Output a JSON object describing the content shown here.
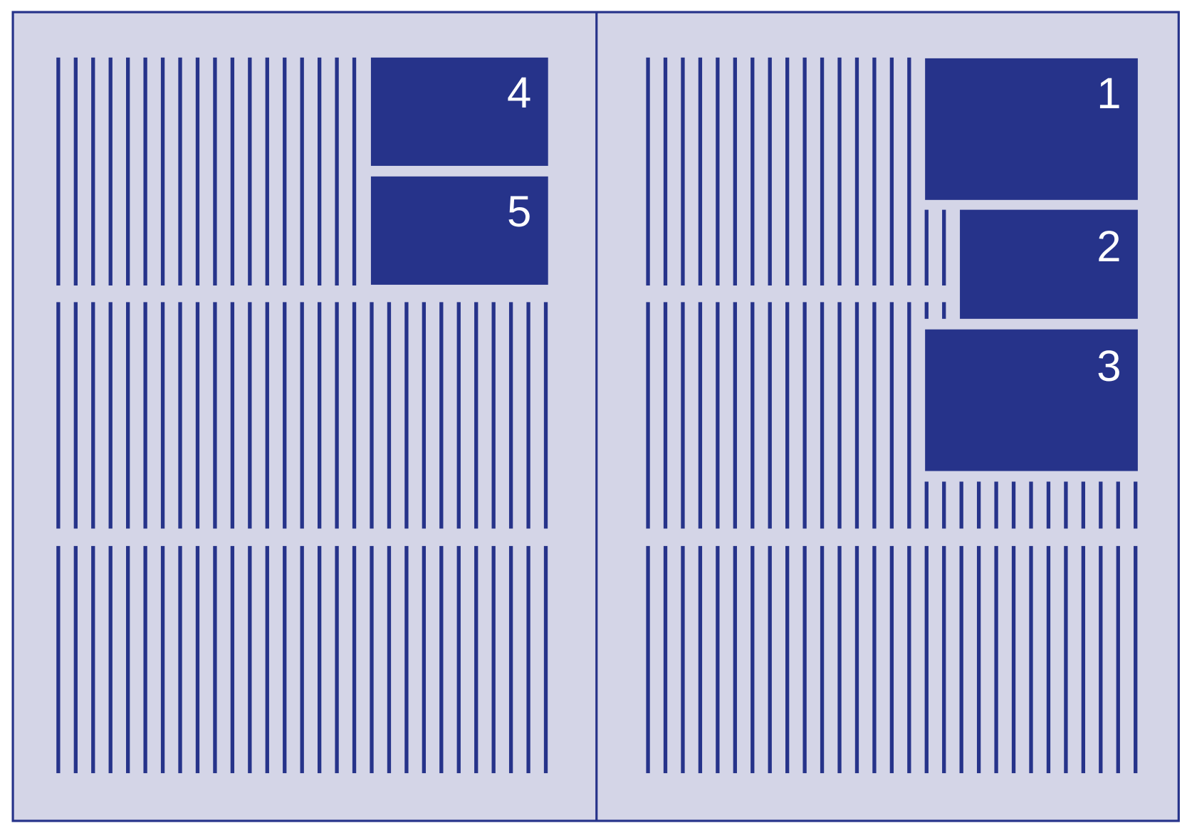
{
  "colors": {
    "ink": "#26338a",
    "paper": "#d4d5e7"
  },
  "boxes": {
    "b1": "1",
    "b2": "2",
    "b3": "3",
    "b4": "4",
    "b5": "5"
  }
}
